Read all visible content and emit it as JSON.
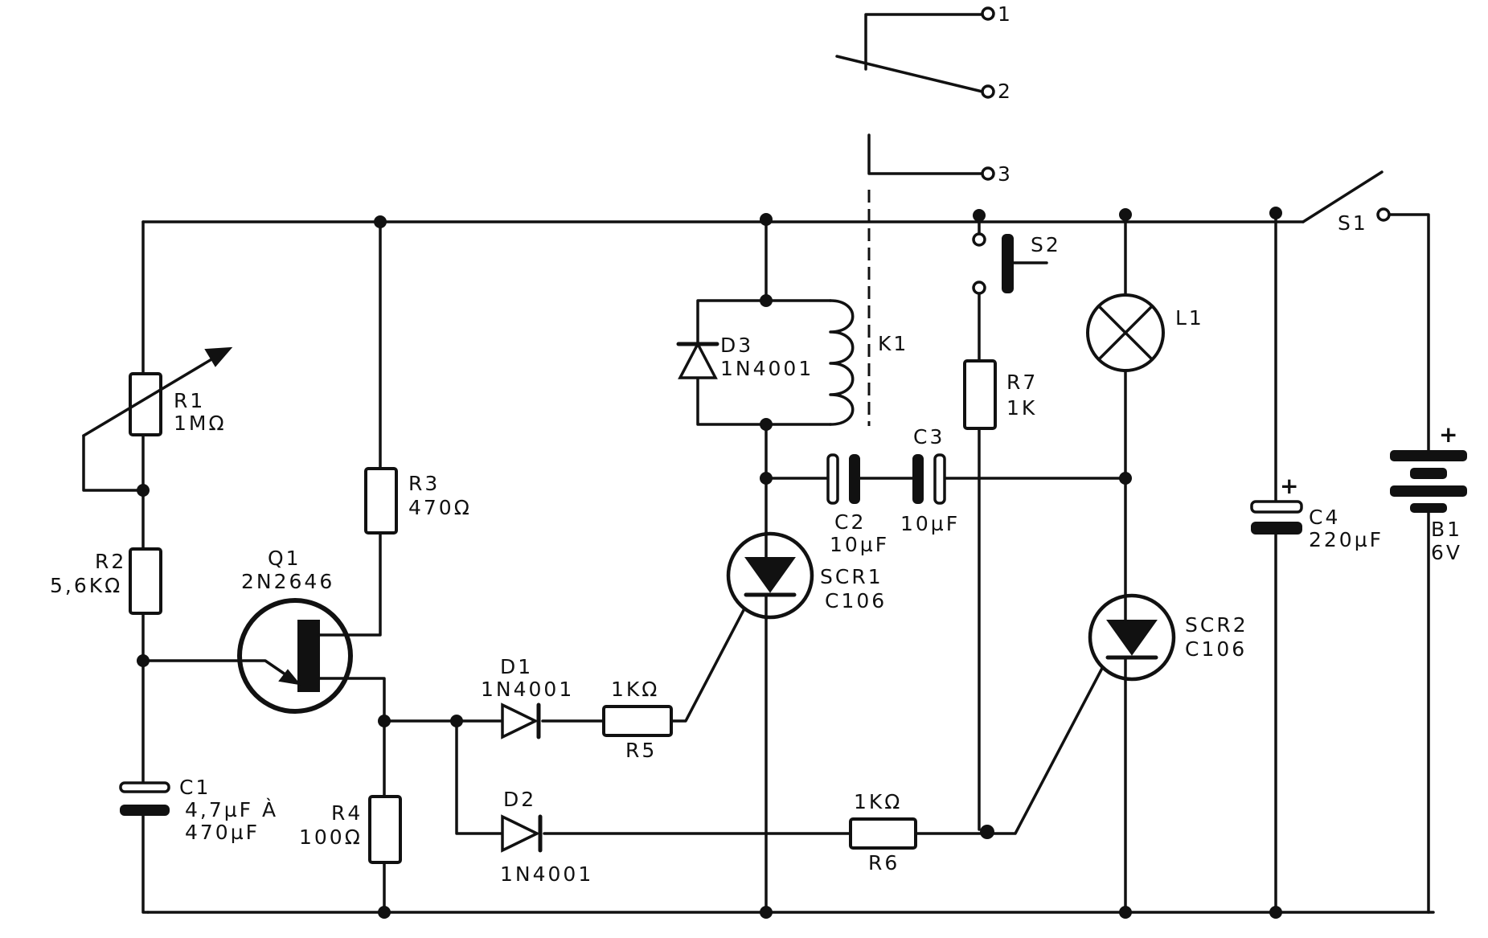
{
  "components": {
    "r1": {
      "ref": "R1",
      "value": "1MΩ"
    },
    "r2": {
      "ref": "R2",
      "value": "5,6KΩ"
    },
    "r3": {
      "ref": "R3",
      "value": "470Ω"
    },
    "r4": {
      "ref": "R4",
      "value": "100Ω"
    },
    "r5": {
      "ref": "R5",
      "value": "1KΩ"
    },
    "r6": {
      "ref": "R6",
      "value": "1KΩ"
    },
    "r7": {
      "ref": "R7",
      "value": "1K"
    },
    "c1": {
      "ref": "C1",
      "value_line1": "4,7µF À",
      "value_line2": "470µF"
    },
    "c2": {
      "ref": "C2",
      "value": "10µF"
    },
    "c3": {
      "ref": "C3",
      "value": "10µF"
    },
    "c4": {
      "ref": "C4",
      "value": "220µF",
      "polarity": "+"
    },
    "q1": {
      "ref": "Q1",
      "value": "2N2646"
    },
    "d1": {
      "ref": "D1",
      "value": "1N4001"
    },
    "d2": {
      "ref": "D2",
      "value": "1N4001"
    },
    "d3": {
      "ref": "D3",
      "value": "1N4001"
    },
    "scr1": {
      "ref": "SCR1",
      "value": "C106"
    },
    "scr2": {
      "ref": "SCR2",
      "value": "C106"
    },
    "k1": {
      "ref": "K1"
    },
    "l1": {
      "ref": "L1"
    },
    "s1": {
      "ref": "S1"
    },
    "s2": {
      "ref": "S2"
    },
    "b1": {
      "ref": "B1",
      "value": "6V",
      "polarity": "+"
    }
  },
  "relay_terminals": [
    "1",
    "2",
    "3"
  ],
  "colors": {
    "ink": "#111111",
    "paper": "#ffffff"
  }
}
